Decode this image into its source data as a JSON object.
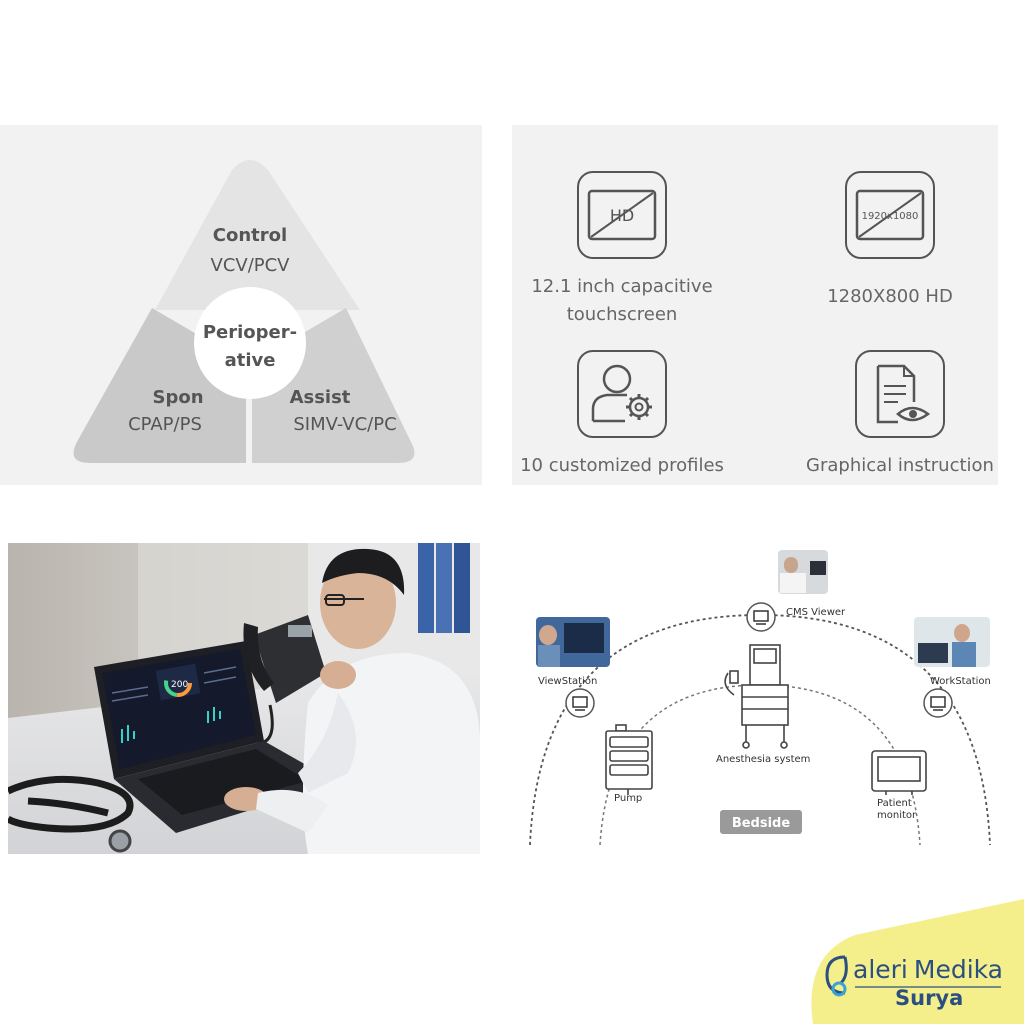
{
  "triangle": {
    "center": {
      "line1": "Perioper-",
      "line2": "ative"
    },
    "top": {
      "title": "Control",
      "modes": "VCV/PCV"
    },
    "left": {
      "title": "Spon",
      "modes": "CPAP/PS"
    },
    "right": {
      "title": "Assist",
      "modes": "SIMV-VC/PC"
    },
    "colors": {
      "top": "#e3e3e3",
      "left": "#c9c9c9",
      "right": "#cfcfcf",
      "center": "#ffffff"
    }
  },
  "features": [
    {
      "icon": "hd-screen-icon",
      "icon_text": "HD",
      "label": "12.1 inch capacitive\ntouchscreen"
    },
    {
      "icon": "resolution-screen-icon",
      "icon_text": "1920x1080",
      "label": "1280X800 HD"
    },
    {
      "icon": "user-settings-icon",
      "label": "10 customized profiles"
    },
    {
      "icon": "document-view-icon",
      "label": "Graphical instruction"
    }
  ],
  "photo": {
    "screen_reading": "200"
  },
  "network": {
    "nodes": {
      "cms_viewer": "CMS Viewer",
      "viewstation": "ViewStation",
      "workstation": "WorkStation",
      "anesthesia": "Anesthesia system",
      "pump": "Pump",
      "patient_monitor_1": "Patient",
      "patient_monitor_2": "monitor"
    },
    "bedside": "Bedside",
    "colors": {
      "bedside_bg": "#9a9a9a",
      "line": "#555555"
    }
  },
  "brand": {
    "line1_prefix": "aleri",
    "line1_name": "Medika",
    "line2": "Surya",
    "colors": {
      "bg": "#f4ef8a",
      "text": "#2a4f80"
    }
  }
}
